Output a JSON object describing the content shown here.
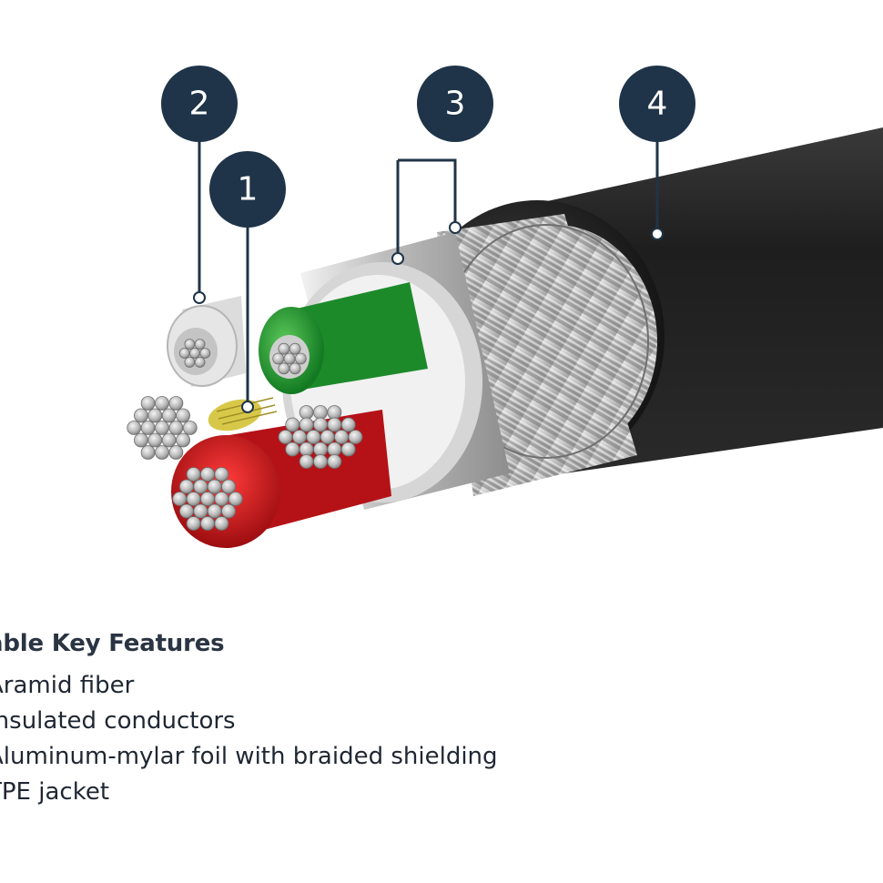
{
  "callouts": [
    {
      "number": "1"
    },
    {
      "number": "2"
    },
    {
      "number": "3"
    },
    {
      "number": "4"
    }
  ],
  "features": {
    "heading": "able Key Features",
    "items": [
      "Aramid fiber",
      "Insulated conductors",
      "Aluminum-mylar foil with braided shielding",
      "TPE jacket"
    ]
  },
  "colors": {
    "callout_fill": "#1f3448",
    "jacket": "#2b2b2b",
    "foil": "#c9c9c9",
    "conductor_green": "#1f9a2e",
    "conductor_red": "#d0161c",
    "aramid": "#d8c84a",
    "text": "#2a3442"
  }
}
